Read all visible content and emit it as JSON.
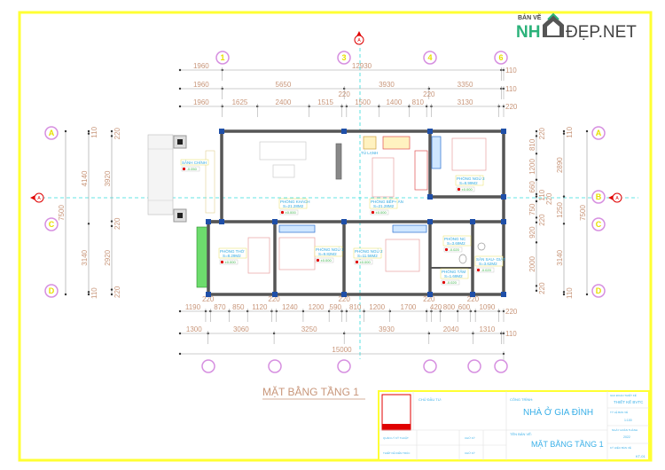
{
  "logo": {
    "small": "BẢN VẼ",
    "brand_left": "NH",
    "brand_right": "ĐẸP.NET",
    "colors": {
      "green": "#2bb27a",
      "dark": "#444444"
    }
  },
  "drawing_title": "MẶT BẰNG TẦNG 1",
  "colors": {
    "frame": "#ffff33",
    "dimension": "#c8967a",
    "wall": "#555555",
    "column": "#1f4fa8",
    "grid_bubble": "#d68fe0",
    "axis": "#33dddd",
    "label": "#2ea8e0",
    "furniture": "#e8a0a0"
  },
  "grid_top": [
    "1",
    "3",
    "4",
    "6"
  ],
  "grid_left": [
    "A",
    "C",
    "D"
  ],
  "grid_right": [
    "A",
    "B",
    "C",
    "D"
  ],
  "section_mark": "A",
  "dims_top": [
    [
      "1960",
      "12930",
      "110"
    ],
    [
      "1960",
      "5650",
      "3930",
      "3350",
      "110"
    ],
    [
      "1960",
      "1625",
      "2400",
      "1515",
      "220",
      "1500",
      "1400",
      "810",
      "220",
      "3130",
      "220"
    ]
  ],
  "dims_bottom": [
    [
      "1190",
      "220",
      "870",
      "850",
      "1120",
      "220",
      "1240",
      "1200",
      "590",
      "220",
      "810",
      "1200",
      "1700",
      "220",
      "420",
      "800",
      "600",
      "220",
      "1090",
      "220"
    ],
    [
      "1300",
      "3060",
      "3250",
      "3930",
      "2040",
      "1310",
      "110"
    ],
    [
      "15000"
    ]
  ],
  "dims_left": [
    [
      "7500"
    ],
    [
      "110",
      "4140",
      "3140",
      "110"
    ],
    [
      "220",
      "3920",
      "220",
      "2920",
      "220"
    ]
  ],
  "dims_right": [
    [
      "220",
      "810",
      "1200",
      "660",
      "110",
      "220",
      "750",
      "220",
      "920",
      "2000",
      "220"
    ],
    [
      "110",
      "2890",
      "1250",
      "3140",
      "110"
    ],
    [
      "7500"
    ]
  ],
  "rooms": [
    {
      "name": "SẢNH CHÍNH",
      "area": "",
      "level": "-0.050"
    },
    {
      "name": "PHÒNG KHÁCH",
      "area": "S=21.28M2",
      "level": "±0.000"
    },
    {
      "name": "PHÒNG BẾP+ ĂN",
      "area": "S=21.28M2",
      "level": "±0.000"
    },
    {
      "name": "PHÒNG NGỦ 3",
      "area": "S=8.99M2",
      "level": "±0.000"
    },
    {
      "name": "PHÒNG THỜ",
      "area": "S=8.29M2",
      "level": "±0.000"
    },
    {
      "name": "PHÒNG NGỦ 1",
      "area": "S=9.82M2",
      "level": "±0.000"
    },
    {
      "name": "PHÒNG NGỦ 2",
      "area": "S=11.56M2",
      "level": "±0.000"
    },
    {
      "name": "PHÒNG NC",
      "area": "S=3.69M2",
      "level": "-0.020"
    },
    {
      "name": "PHÒNG TẮM",
      "area": "S=1.69M2",
      "level": "-0.020"
    },
    {
      "name": "SÂN SAU- GIẶT",
      "area": "S=3.62M2",
      "level": "-0.020"
    }
  ],
  "fridge_label": "TỦ LẠNH",
  "title_block": {
    "owner_label": "CHỦ ĐẦU TƯ:",
    "project_label": "CÔNG TRÌNH:",
    "project_name": "NHÀ Ở GIA ĐÌNH",
    "stage_label": "GIAI ĐOẠN THIẾT KẾ",
    "stage_value": "THIẾT KẾ BVTC",
    "scale_label": "TỶ LỆ BẢN VẼ",
    "scale_value": "1:100",
    "date_label": "NGÀY HOÀN THÀNH",
    "date_value": "2022",
    "drawing_name_label": "TÊN BẢN VẼ:",
    "drawing_name": "MẶT BẰNG TẦNG 1",
    "code_label": "KÝ HIỆU BẢN VẼ",
    "code_value": "KT-01",
    "tech_label": "QUẢN LÝ KỸ THUẬT",
    "arch_label": "THIẾT KẾ KIẾN TRÚC",
    "sign_label": "CHỮ KÝ"
  }
}
